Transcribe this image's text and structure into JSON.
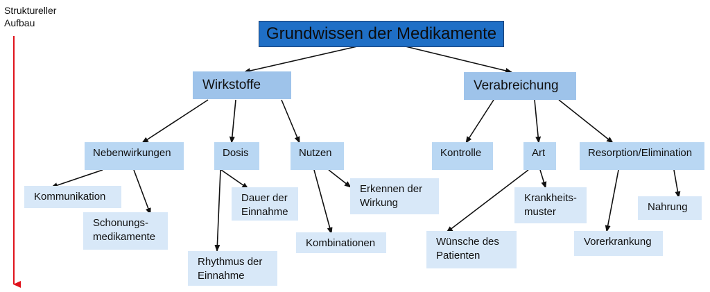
{
  "axis": {
    "label": "Struktureller\nAufbau",
    "arrow_color": "#e0121b"
  },
  "colors": {
    "root_fill": "#1f6fc6",
    "level1_fill": "#9ec3ea",
    "level2_fill": "#b9d7f3",
    "level3_fill": "#d8e8f8",
    "edge": "#111111"
  },
  "nodes": {
    "root": "Grundwissen der Medikamente",
    "wirkstoffe": "Wirkstoffe",
    "verabreichung": "Verabreichung",
    "nebenwirkungen": "Nebenwirkungen",
    "dosis": "Dosis",
    "nutzen": "Nutzen",
    "kontrolle": "Kontrolle",
    "art": "Art",
    "resorption": "Resorption/Elimination",
    "kommunikation": "Kommunikation",
    "schonungsmedikamente": "Schonungs-\nmedikamente",
    "dauer": "Dauer der\nEinnahme",
    "rhythmus": "Rhythmus der\nEinnahme",
    "erkennen": "Erkennen der\nWirkung",
    "kombinationen": "Kombinationen",
    "wuensche": "Wünsche des\nPatienten",
    "krankheitsmuster": "Krankheits-\nmuster",
    "vorerkrankung": "Vorerkrankung",
    "nahrung": "Nahrung"
  },
  "edges": [
    [
      "root",
      "wirkstoffe"
    ],
    [
      "root",
      "verabreichung"
    ],
    [
      "wirkstoffe",
      "nebenwirkungen"
    ],
    [
      "wirkstoffe",
      "dosis"
    ],
    [
      "wirkstoffe",
      "nutzen"
    ],
    [
      "verabreichung",
      "kontrolle"
    ],
    [
      "verabreichung",
      "art"
    ],
    [
      "verabreichung",
      "resorption"
    ],
    [
      "nebenwirkungen",
      "kommunikation"
    ],
    [
      "nebenwirkungen",
      "schonungsmedikamente"
    ],
    [
      "dosis",
      "dauer"
    ],
    [
      "dosis",
      "rhythmus"
    ],
    [
      "nutzen",
      "erkennen"
    ],
    [
      "nutzen",
      "kombinationen"
    ],
    [
      "art",
      "wuensche"
    ],
    [
      "art",
      "krankheitsmuster"
    ],
    [
      "resorption",
      "vorerkrankung"
    ],
    [
      "resorption",
      "nahrung"
    ]
  ]
}
